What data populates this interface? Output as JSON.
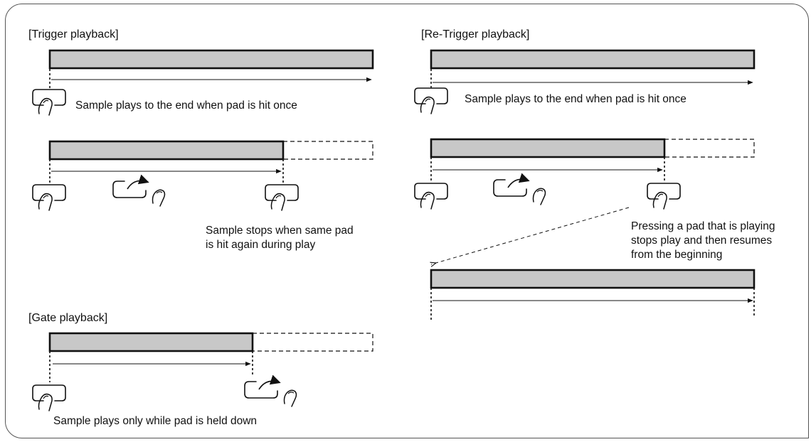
{
  "sections": {
    "trigger": {
      "heading": "[Trigger playback]",
      "caption_once": "Sample plays to the end when pad is hit once",
      "caption_stop_line1": "Sample stops when same pad",
      "caption_stop_line2": "is hit again during play"
    },
    "retrigger": {
      "heading": "[Re-Trigger playback]",
      "caption_once": "Sample plays to the end when pad is hit once",
      "caption_resume_line1": "Pressing a pad that is playing",
      "caption_resume_line2": "stops play and then resumes",
      "caption_resume_line3": "from the beginning"
    },
    "gate": {
      "heading": "[Gate playback]",
      "caption_hold": "Sample plays only while pad is held down"
    }
  },
  "colors": {
    "sample_bar_fill": "#c8c8c8",
    "line": "#111111",
    "frame": "#555555"
  }
}
